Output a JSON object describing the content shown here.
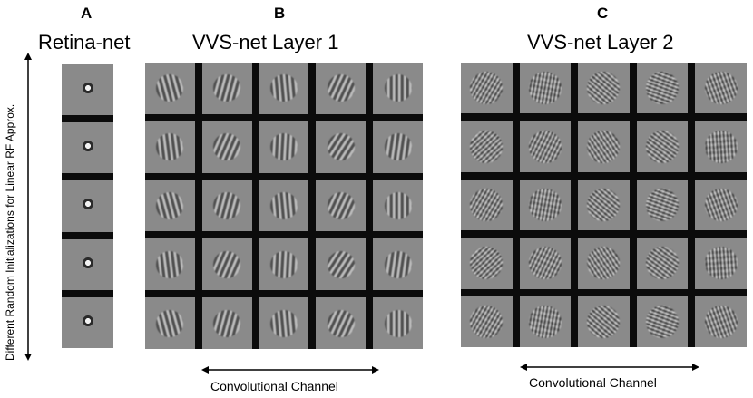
{
  "panels": [
    {
      "letter": "A",
      "title": "Retina-net",
      "rows": 5,
      "cols": 1,
      "type": "center"
    },
    {
      "letter": "B",
      "title": "VVS-net Layer 1",
      "rows": 5,
      "cols": 5,
      "type": "gabor",
      "angles": [
        30,
        60,
        40,
        70,
        45
      ]
    },
    {
      "letter": "C",
      "title": "VVS-net Layer 2",
      "rows": 5,
      "cols": 5,
      "type": "complex",
      "angles": [
        60,
        50,
        20,
        10,
        35
      ]
    }
  ],
  "y_axis_label": "Different Random Initializations for Linear RF Approx.",
  "x_axis_label_b": "Convolutional Channel",
  "x_axis_label_c": "Convolutional Channel"
}
